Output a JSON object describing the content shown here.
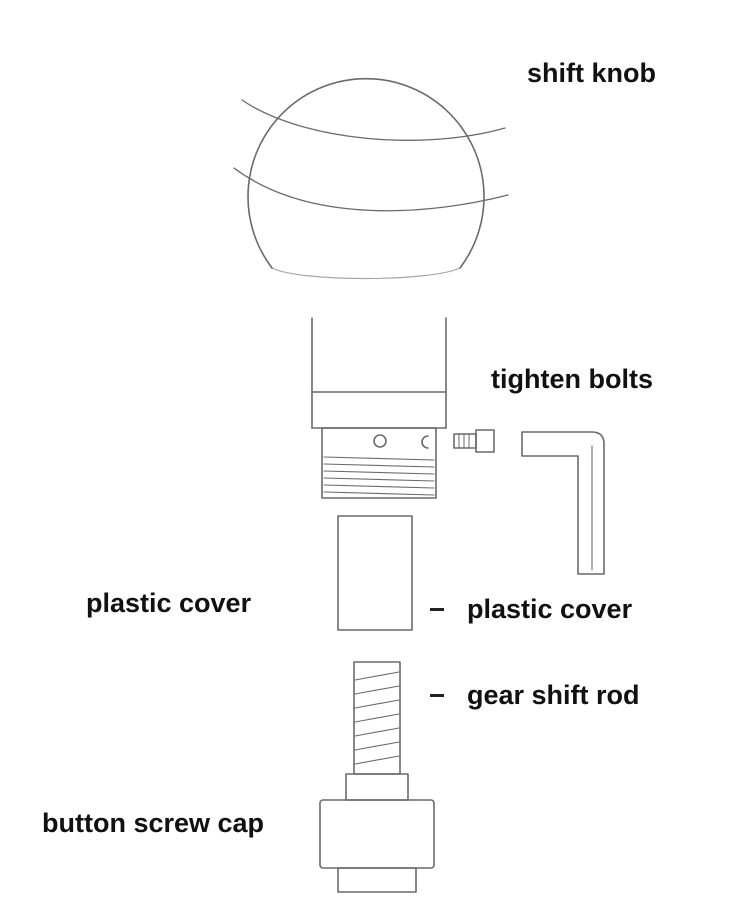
{
  "labels": {
    "shift_knob": "shift knob",
    "tighten_bolts": "tighten bolts",
    "plastic_cover_left": "plastic cover",
    "plastic_cover_right": "plastic cover",
    "gear_shift_rod": "gear shift rod",
    "button_screw_cap": "button screw cap"
  },
  "colors": {
    "line": "#6a6a6a",
    "text": "#111111",
    "background": "#ffffff"
  }
}
